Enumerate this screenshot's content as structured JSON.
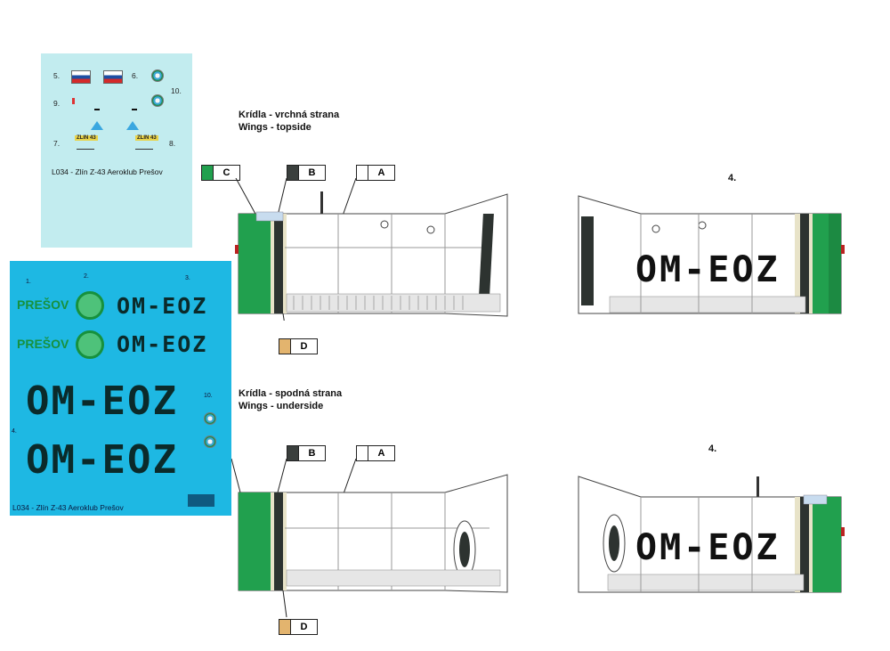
{
  "sheet1": {
    "numbers": [
      "5.",
      "6.",
      "10.",
      "9.",
      "7.",
      "8."
    ],
    "zlin_label": "ZLIN 43",
    "title": "L034 - Zlín Z-43 Aeroklub Prešov"
  },
  "sheet2": {
    "numbers": [
      "1.",
      "2.",
      "3.",
      "10.",
      "4."
    ],
    "presov": "PREŠOV",
    "reg": "OM-EOZ",
    "title": "L034 - Zlín Z-43 Aeroklub Prešov"
  },
  "topside": {
    "heading_sk": "Krídla - vrchná strana",
    "heading_en": "Wings - topside",
    "reg": "OM-EOZ",
    "number": "4."
  },
  "underside": {
    "heading_sk": "Krídla - spodná strana",
    "heading_en": "Wings - underside",
    "reg": "OM-EOZ",
    "number": "4."
  },
  "color_boxes": {
    "A": "A",
    "B": "B",
    "C": "C",
    "D": "D"
  },
  "colors": {
    "A": "#ffffff",
    "B": "#3a3f3d",
    "C": "#21a04e",
    "D": "#e3b46e",
    "sheet_light": "#c2ecef",
    "sheet_blue": "#1eb8e3"
  }
}
